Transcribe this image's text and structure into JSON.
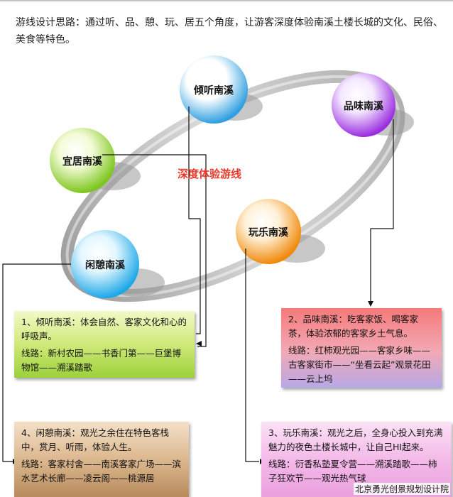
{
  "intro": "游线设计思路：通过听、品、憩、玩、居五个角度，让游客深度体验南溪土楼长城的文化、民俗、美食等特色。",
  "center_label": "深度体验游线",
  "nodes": {
    "listen": "倾听南溪",
    "taste": "品味南溪",
    "live": "宜居南溪",
    "play": "玩乐南溪",
    "rest": "闲憩南溪"
  },
  "boxes": {
    "listen": {
      "desc": "1、倾听南溪：体会自然、客家文化和心的呼吸声。",
      "route": "线路：新村农园——书香门第——巨堡博物馆——溯溪踏歌"
    },
    "taste": {
      "desc": "2、品味南溪：吃客家饭、喝客家茶，体验浓郁的客家乡土气息。",
      "route": "线路：红柿观光园——客家乡味——古客家街市——“坐看云起”观景花田——云上坞"
    },
    "play": {
      "desc": "3、玩乐南溪：观光之后，全身心投入到充满魅力的夜色土楼长城中，让自己HI起来。",
      "route": "线路：衍香私塾夏令营——溯溪踏歌——柿子狂欢节——观光热气球"
    },
    "rest": {
      "desc": "4、闲憩南溪：观光之余住在特色客栈中，赏月、听雨，体验人生。",
      "route": "线路：客家村舍——南溪客家广场——滨水艺术长廊——凌云阁——桃源居"
    }
  },
  "watermark": "北京勇光创景规划设计院",
  "colors": {
    "listen": "#2f9fe0",
    "taste": "#9b2de0",
    "live": "#7ec61e",
    "play": "#f08a0c",
    "rest": "#1ea8e8",
    "center_label": "#e8382a"
  }
}
